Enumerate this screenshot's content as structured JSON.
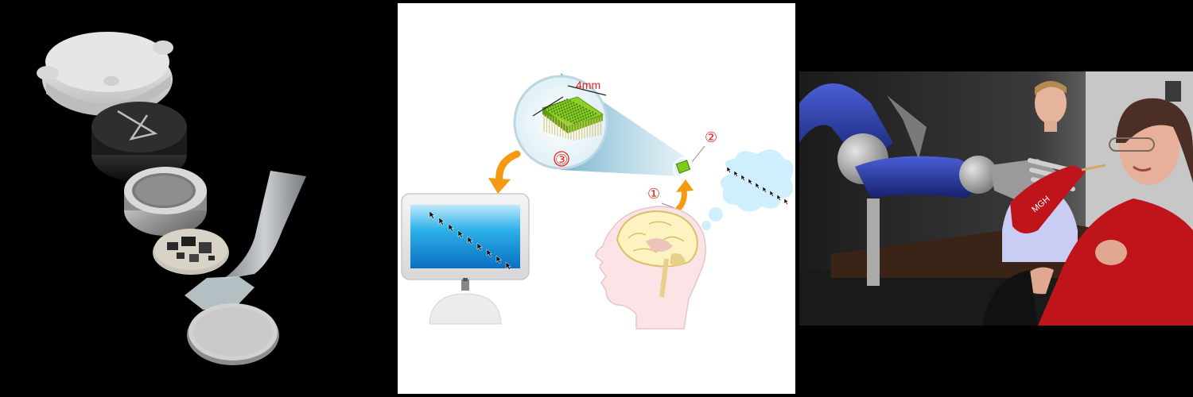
{
  "diagram": {
    "electrode_size": "4mm",
    "step_markers": [
      "①",
      "②",
      "③"
    ]
  },
  "photo": {
    "bottle_text": "MGH"
  },
  "colors": {
    "annotation_red": "#e52420",
    "arrow_orange": "#f39a12",
    "electrode_green": "#7ecb1c",
    "screen_blue": "#1ea6df",
    "thought_bubble": "#cfeefe",
    "shirt_red": "#c0141b",
    "robot_blue": "#1e2f8c"
  },
  "icons": [
    "implant-cap-icon",
    "implant-battery-icon",
    "electrode-array-icon",
    "monitor-icon",
    "brain-icon",
    "thought-bubble-icon",
    "cursor-icon",
    "robotic-arm-icon"
  ]
}
